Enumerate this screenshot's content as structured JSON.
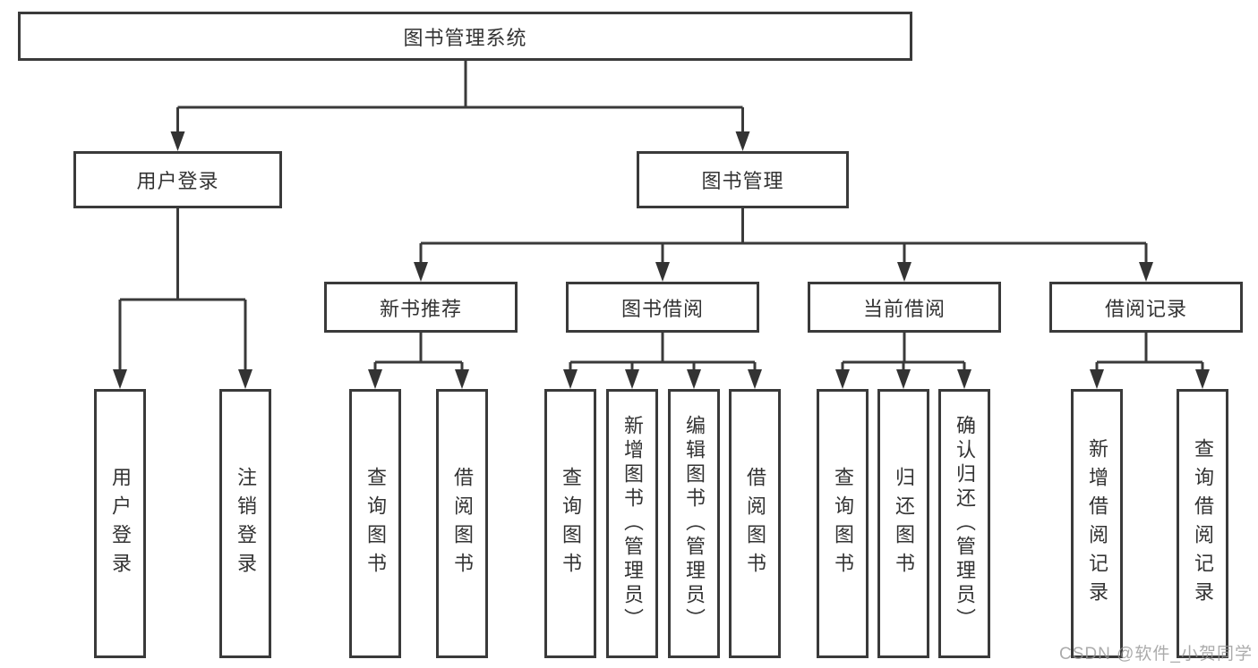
{
  "nodes": {
    "root": "图书管理系统",
    "user_login": "用户登录",
    "book_mgmt": "图书管理",
    "new_book_rec": "新书推荐",
    "book_borrow": "图书借阅",
    "current_borrow": "当前借阅",
    "borrow_records": "借阅记录",
    "leaf_user_login": "用户登录",
    "leaf_logout": "注销登录",
    "leaf_query_book_1": "查询图书",
    "leaf_borrow_book_1": "借阅图书",
    "leaf_query_book_2": "查询图书",
    "leaf_add_book": "新增图书（管理员）",
    "leaf_edit_book": "编辑图书（管理员）",
    "leaf_borrow_book_2": "借阅图书",
    "leaf_query_book_3": "查询图书",
    "leaf_return_book": "归还图书",
    "leaf_confirm_return": "确认归还（管理员）",
    "leaf_add_borrow_record": "新增借阅记录",
    "leaf_query_borrow_record": "查询借阅记录"
  },
  "colors": {
    "line": "#3a3a3a",
    "text": "#333333",
    "background": "#ffffff",
    "watermark": "#969696"
  },
  "watermark": "CSDN @软件_小贺同学"
}
